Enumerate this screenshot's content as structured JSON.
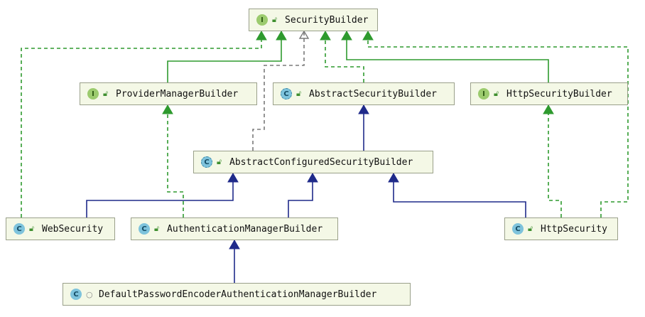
{
  "nodes": [
    {
      "id": "securitybuilder",
      "label": "SecurityBuilder",
      "kind": "I",
      "vis": "public"
    },
    {
      "id": "providermanagerbuilder",
      "label": "ProviderManagerBuilder",
      "kind": "I",
      "vis": "public"
    },
    {
      "id": "abstractsecuritybuilder",
      "label": "AbstractSecurityBuilder",
      "kind": "A",
      "vis": "public"
    },
    {
      "id": "httpsecuritybuilder",
      "label": "HttpSecurityBuilder",
      "kind": "I",
      "vis": "public"
    },
    {
      "id": "abstractconfiguredsecuritybuilder",
      "label": "AbstractConfiguredSecurityBuilder",
      "kind": "A",
      "vis": "public"
    },
    {
      "id": "websecurity",
      "label": "WebSecurity",
      "kind": "C",
      "vis": "public"
    },
    {
      "id": "authenticationmanagerbuilder",
      "label": "AuthenticationManagerBuilder",
      "kind": "C",
      "vis": "public"
    },
    {
      "id": "httpsecurity",
      "label": "HttpSecurity",
      "kind": "C",
      "vis": "public"
    },
    {
      "id": "defaultpasswordencoderauthenticationmanagerbuilder",
      "label": "DefaultPasswordEncoderAuthenticationManagerBuilder",
      "kind": "C",
      "vis": "package"
    }
  ],
  "edges": [
    {
      "from": "providermanagerbuilder",
      "to": "securitybuilder",
      "type": "extends-interface"
    },
    {
      "from": "websecurity",
      "to": "securitybuilder",
      "type": "implements"
    },
    {
      "from": "abstractconfiguredsecuritybuilder",
      "to": "securitybuilder",
      "type": "implements-gray"
    },
    {
      "from": "abstractsecuritybuilder",
      "to": "securitybuilder",
      "type": "implements"
    },
    {
      "from": "httpsecuritybuilder",
      "to": "securitybuilder",
      "type": "extends-interface"
    },
    {
      "from": "httpsecurity",
      "to": "securitybuilder",
      "type": "implements"
    },
    {
      "from": "authenticationmanagerbuilder",
      "to": "providermanagerbuilder",
      "type": "implements"
    },
    {
      "from": "abstractconfiguredsecuritybuilder",
      "to": "abstractsecuritybuilder",
      "type": "extends"
    },
    {
      "from": "httpsecurity",
      "to": "httpsecuritybuilder",
      "type": "implements"
    },
    {
      "from": "websecurity",
      "to": "abstractconfiguredsecuritybuilder",
      "type": "extends"
    },
    {
      "from": "authenticationmanagerbuilder",
      "to": "abstractconfiguredsecuritybuilder",
      "type": "extends"
    },
    {
      "from": "httpsecurity",
      "to": "abstractconfiguredsecuritybuilder",
      "type": "extends"
    },
    {
      "from": "defaultpasswordencoderauthenticationmanagerbuilder",
      "to": "authenticationmanagerbuilder",
      "type": "extends"
    }
  ],
  "colors": {
    "extends": "#1f2a8a",
    "implements": "#2e9a2e",
    "gray": "#7a7a7a",
    "node_bg": "#f4f8e6"
  },
  "icons": {
    "I": "interface-icon",
    "C": "class-icon",
    "A": "abstract-class-icon",
    "public": "public-lock-icon",
    "package": "package-private-icon"
  }
}
